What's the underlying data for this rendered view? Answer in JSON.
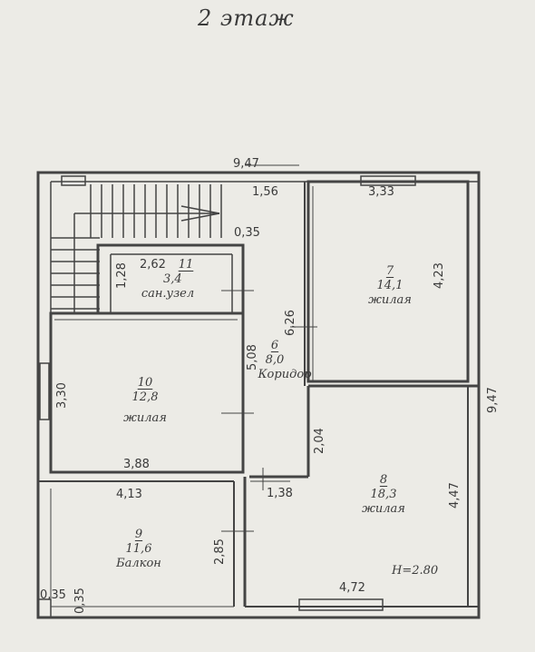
{
  "floor_title": "2 этаж",
  "dimensions": {
    "total_width": "9,47",
    "total_height": "9,47",
    "stair_width": "1,56",
    "stair_gap": "0,35",
    "room7_width": "3,33",
    "room7_height": "4,23",
    "bath_width": "2,62",
    "bath_height": "1,28",
    "corridor_length": "6,26",
    "corridor_height": "5,08",
    "room10_height": "3,30",
    "room10_width": "3,88",
    "balcony_width": "4,13",
    "corridor_width": "1,38",
    "room8_wall": "2,04",
    "room8_height": "4,47",
    "balcony_height": "2,85",
    "room8_width": "4,72",
    "corner_a": "0,35",
    "corner_b": "0,35"
  },
  "rooms": [
    {
      "number": "11",
      "area": "3,4",
      "name": "сан.узел"
    },
    {
      "number": "7",
      "area": "14,1",
      "name": "жилая"
    },
    {
      "number": "6",
      "area": "8,0",
      "name": "Коридор"
    },
    {
      "number": "10",
      "area": "12,8",
      "name": "жилая"
    },
    {
      "number": "8",
      "area": "18,3",
      "name": "жилая"
    },
    {
      "number": "9",
      "area": "11,6",
      "name": "Балкон"
    }
  ],
  "ceiling_height": "H=2.80"
}
